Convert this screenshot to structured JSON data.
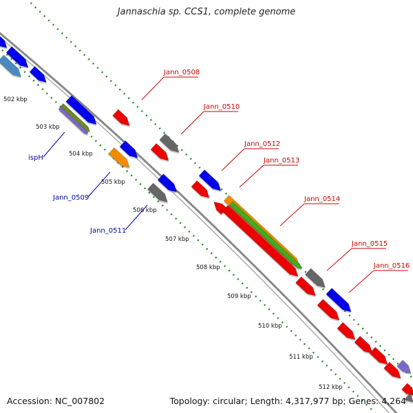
{
  "title": "Jannaschia sp. CCS1, complete genome",
  "accession": "Accession: NC_007802",
  "topology": "Topology: circular; Length: 4,317,977 bp; Genes: 4,264",
  "colors": {
    "forward_label": "#cc0000",
    "reverse_label": "#0000aa",
    "blue": "#0000ee",
    "red": "#ee0000",
    "gray": "#666666",
    "orange": "#f08c00",
    "green": "#44aa22",
    "olive": "#6a8a2a",
    "steel": "#4a8ac0",
    "purple": "#7b68cc",
    "backbone": "#999999",
    "ruler": "#228b22"
  },
  "kbp_labels": [
    "502 kbp",
    "503 kbp",
    "504 kbp",
    "505 kbp",
    "506 kbp",
    "507 kbp",
    "508 kbp",
    "509 kbp",
    "510 kbp",
    "511 kbp",
    "512 kbp"
  ],
  "forward_labels": [
    "Jann_0508",
    "Jann_0510",
    "Jann_0512",
    "Jann_0513",
    "Jann_0514",
    "Jann_0515",
    "Jann_0516"
  ],
  "reverse_labels": [
    "ispH",
    "Jann_0509",
    "Jann_0511"
  ]
}
